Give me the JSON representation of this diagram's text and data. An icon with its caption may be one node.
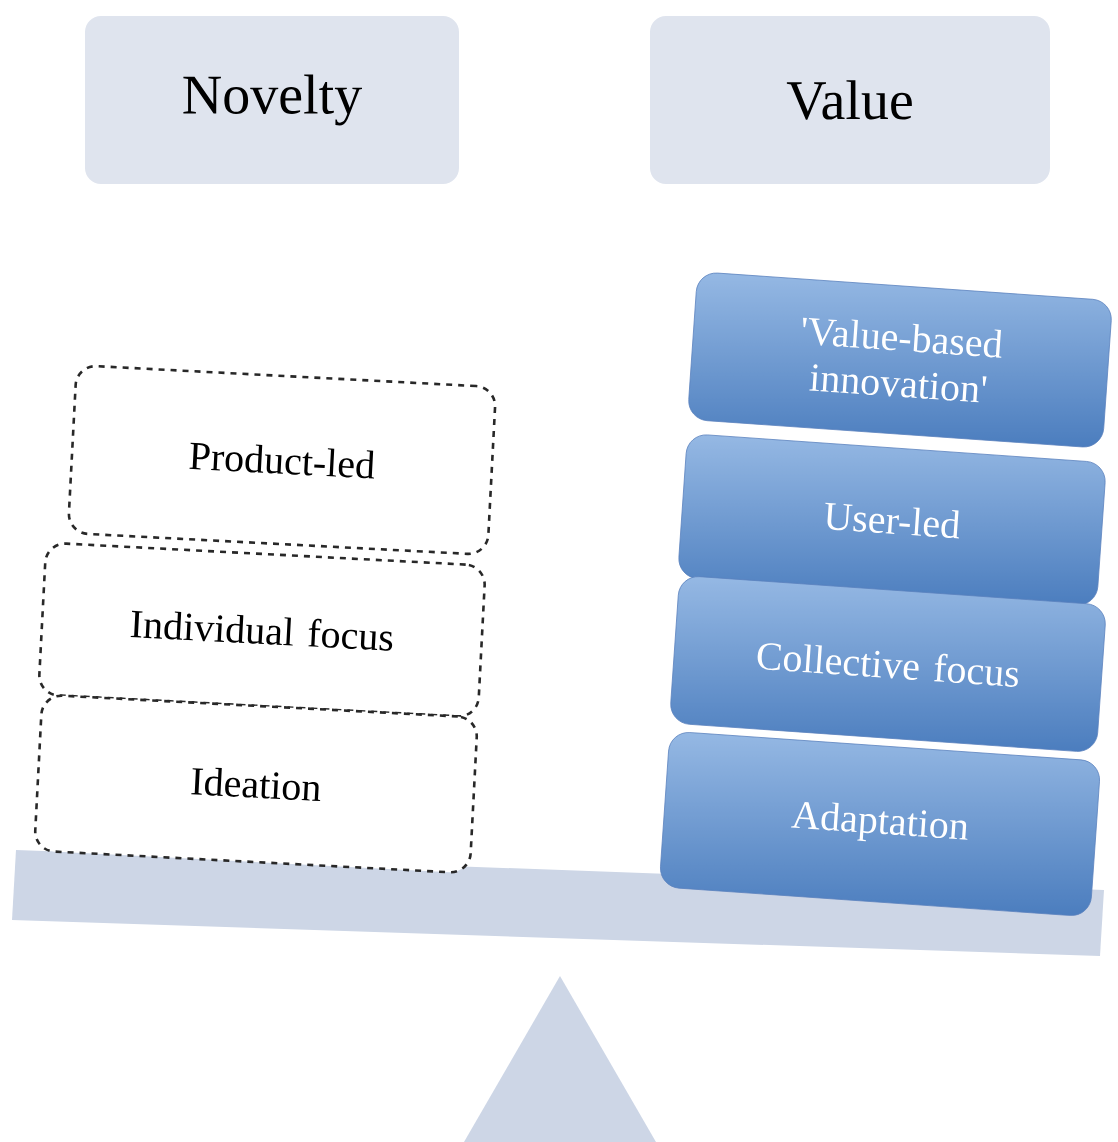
{
  "diagram": {
    "nodes": [
      {
        "text": [
          "Novelty"
        ]
      },
      {
        "text": [
          "Value"
        ]
      },
      {
        "text": [
          "Product-led"
        ]
      },
      {
        "text": [
          "Individual focus"
        ]
      },
      {
        "text": [
          "Ideation"
        ]
      },
      {
        "text": [
          "'Value-based innovation'"
        ]
      },
      {
        "text": [
          "User-led"
        ]
      },
      {
        "text": [
          "Collective focus"
        ]
      },
      {
        "text": [
          "Adaptation"
        ]
      }
    ]
  }
}
